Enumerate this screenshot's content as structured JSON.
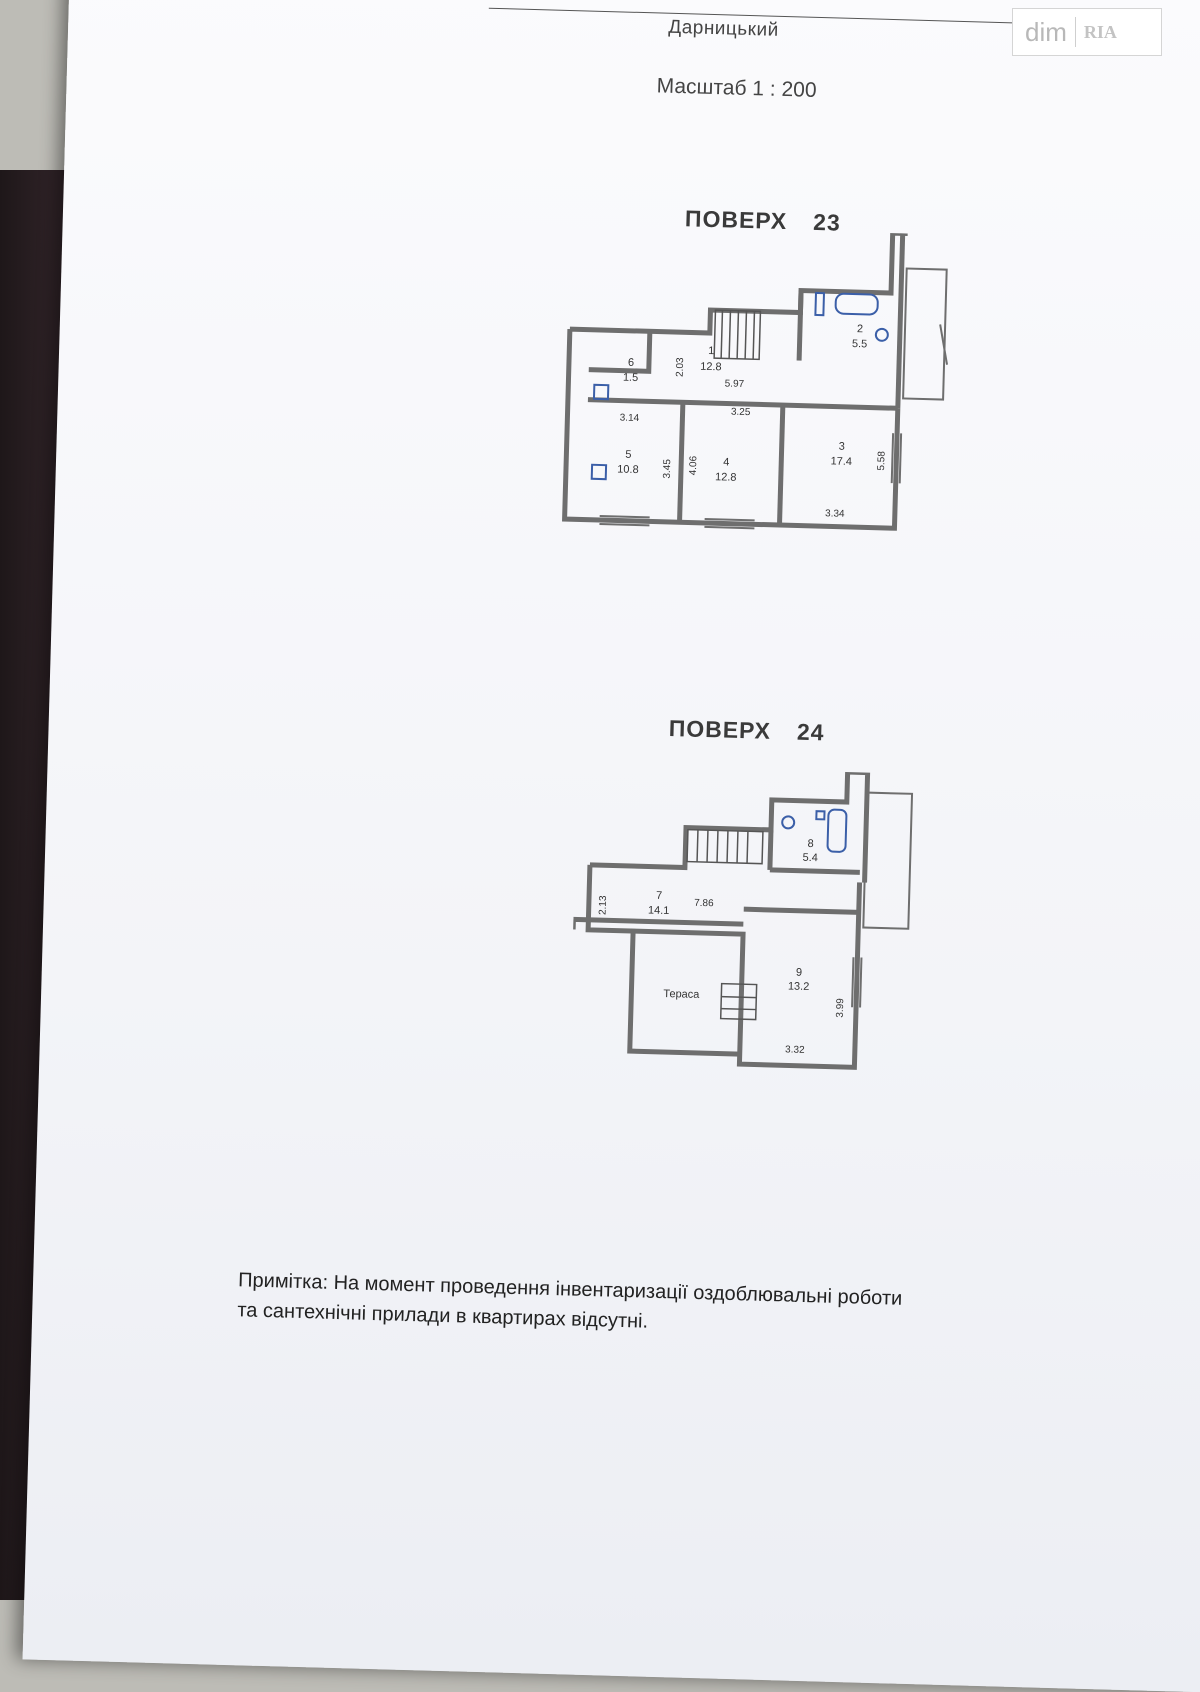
{
  "header": {
    "district": "Дарницький",
    "scale": "Масштаб 1 : 200"
  },
  "watermark": {
    "dim": "dim",
    "ria": "RIA"
  },
  "floors": [
    {
      "label": "ПОВЕРХ",
      "number": "23",
      "rooms": [
        {
          "num": "1",
          "area": "12.8"
        },
        {
          "num": "2",
          "area": "5.5"
        },
        {
          "num": "3",
          "area": "17.4"
        },
        {
          "num": "4",
          "area": "12.8"
        },
        {
          "num": "5",
          "area": "10.8"
        },
        {
          "num": "6",
          "area": "1.5"
        }
      ],
      "dims": [
        "2.03",
        "5.97",
        "3.14",
        "3.25",
        "3.45",
        "4.06",
        "5.58",
        "3.34"
      ]
    },
    {
      "label": "ПОВЕРХ",
      "number": "24",
      "rooms": [
        {
          "num": "7",
          "area": "14.1"
        },
        {
          "num": "8",
          "area": "5.4"
        },
        {
          "num": "9",
          "area": "13.2"
        }
      ],
      "terrace": "Тераса",
      "dims": [
        "2.13",
        "7.86",
        "3.99",
        "3.32"
      ]
    }
  ],
  "note": {
    "line1": "Примітка: На момент проведення інвентаризації оздоблювальні роботи",
    "line2": "та сантехнічні прилади в квартирах відсутні."
  },
  "colors": {
    "wall": "#6e6e6e",
    "fixture": "#3b5fa8",
    "text": "#333333"
  }
}
